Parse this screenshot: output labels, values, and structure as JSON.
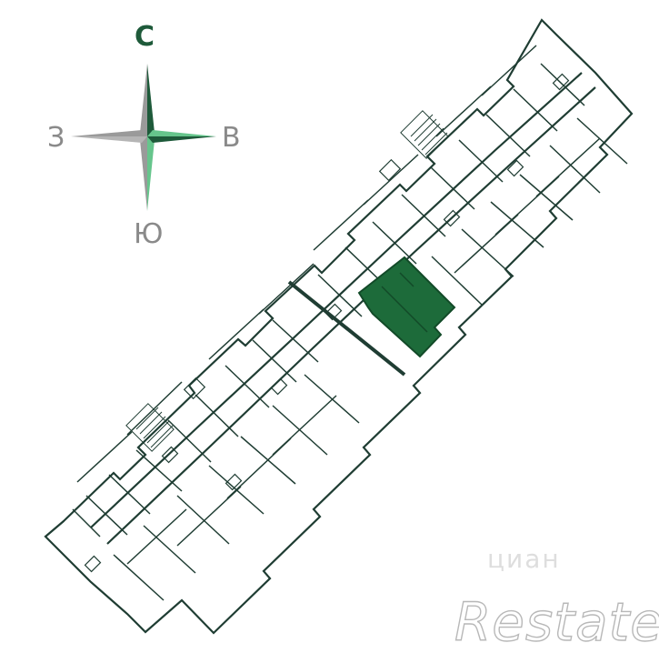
{
  "compass": {
    "north": "С",
    "south": "Ю",
    "west": "З",
    "east": "В"
  },
  "watermarks": {
    "cian": "циан",
    "restate": "Restate"
  },
  "colors": {
    "wall": "#1f3d33",
    "highlight": "#1d6b3a",
    "highlight_dark": "#124a28",
    "compass_dark": "#1e5a3a",
    "compass_light": "#66c58c",
    "compass_gray": "#9a9a9a"
  }
}
